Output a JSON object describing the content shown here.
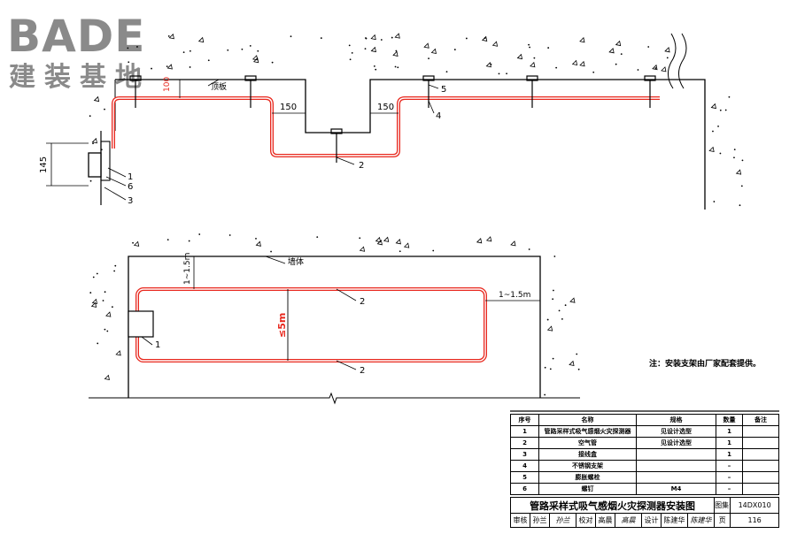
{
  "logo": {
    "brand": "BADE",
    "subtitle": "建装基地"
  },
  "top_view": {
    "dim_100": "100",
    "ceiling_label": "顶板",
    "dim_150_left": "150",
    "dim_150_right": "150",
    "dim_145": "145",
    "callouts": [
      "1",
      "6",
      "3",
      "2",
      "4",
      "5"
    ]
  },
  "plan_view": {
    "dim_left": "1~1.5m",
    "wall_label": "墙体",
    "dim_right": "1~1.5m",
    "dim_center": "≤5m",
    "callouts": [
      "2",
      "2",
      "1"
    ]
  },
  "note": "注：安装支架由厂家配套提供。",
  "parts_table": {
    "headers": [
      "序号",
      "名称",
      "规格",
      "数量",
      "备注"
    ],
    "rows": [
      [
        "1",
        "管路采样式吸气感烟火灾探测器",
        "见设计选型",
        "1",
        ""
      ],
      [
        "2",
        "空气管",
        "见设计选型",
        "1",
        ""
      ],
      [
        "3",
        "接线盒",
        "",
        "1",
        ""
      ],
      [
        "4",
        "不锈钢支架",
        "",
        "–",
        ""
      ],
      [
        "5",
        "膨胀螺栓",
        "",
        "–",
        ""
      ],
      [
        "6",
        "螺钉",
        "M4",
        "–",
        ""
      ]
    ]
  },
  "title_block": {
    "drawing_title": "管路采样式吸气感烟火灾探测器安装图",
    "atlas_label": "图集号",
    "atlas_no": "14DX010",
    "review_label": "审核",
    "review_name": "孙兰",
    "review_sign": "孙兰",
    "check_label": "校对",
    "check_name": "高晨",
    "check_sign": "高晨",
    "design_label": "设计",
    "design_name": "陈建华",
    "design_sign": "陈建华",
    "page_label": "页",
    "page_no": "116"
  },
  "colors": {
    "pipe_red": "#e8281e",
    "ink": "#000000",
    "logo_gray": "#8a8a8a"
  }
}
